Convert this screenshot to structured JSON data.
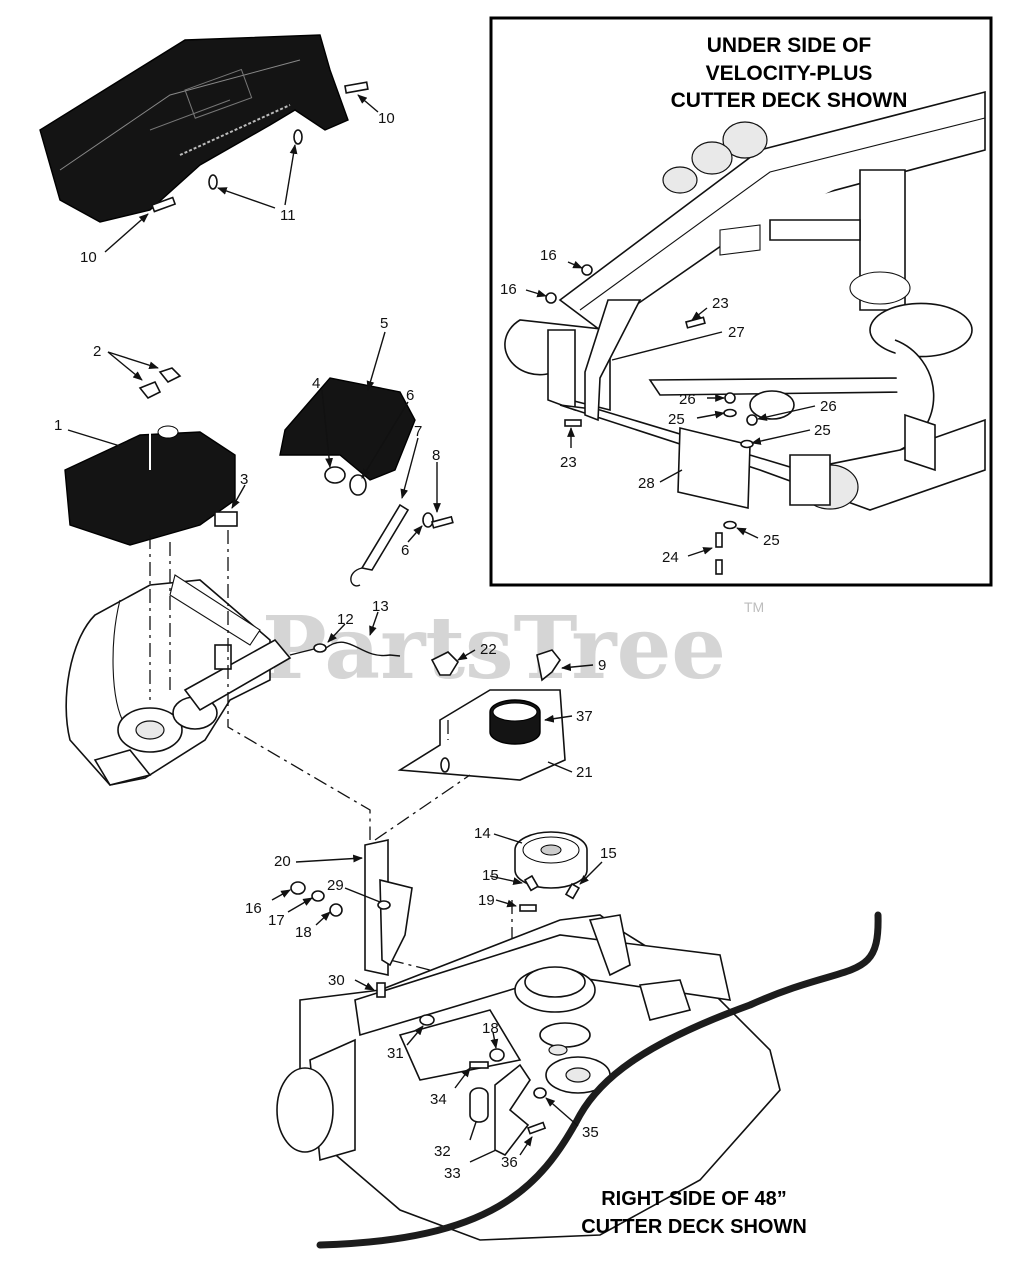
{
  "inset": {
    "title_lines": [
      "UNDER SIDE OF",
      "VELOCITY-PLUS",
      "CUTTER DECK SHOWN"
    ]
  },
  "deck_caption": {
    "lines": [
      "RIGHT SIDE OF 48”",
      "CUTTER DECK SHOWN"
    ]
  },
  "watermark": {
    "text": "PartsTree",
    "tm": "TM"
  },
  "callouts": [
    {
      "id": "c10a",
      "label": "10"
    },
    {
      "id": "c11",
      "label": "11"
    },
    {
      "id": "c10b",
      "label": "10"
    },
    {
      "id": "c2",
      "label": "2"
    },
    {
      "id": "c1",
      "label": "1"
    },
    {
      "id": "c3",
      "label": "3"
    },
    {
      "id": "c5",
      "label": "5"
    },
    {
      "id": "c4",
      "label": "4"
    },
    {
      "id": "c6a",
      "label": "6"
    },
    {
      "id": "c7",
      "label": "7"
    },
    {
      "id": "c8",
      "label": "8"
    },
    {
      "id": "c6b",
      "label": "6"
    },
    {
      "id": "c12",
      "label": "12"
    },
    {
      "id": "c13",
      "label": "13"
    },
    {
      "id": "c22",
      "label": "22"
    },
    {
      "id": "c9",
      "label": "9"
    },
    {
      "id": "c37",
      "label": "37"
    },
    {
      "id": "c21",
      "label": "21"
    },
    {
      "id": "c20",
      "label": "20"
    },
    {
      "id": "c14",
      "label": "14"
    },
    {
      "id": "c15a",
      "label": "15"
    },
    {
      "id": "c15b",
      "label": "15"
    },
    {
      "id": "c19",
      "label": "19"
    },
    {
      "id": "c29",
      "label": "29"
    },
    {
      "id": "c16",
      "label": "16"
    },
    {
      "id": "c17",
      "label": "17"
    },
    {
      "id": "c18a",
      "label": "18"
    },
    {
      "id": "c30",
      "label": "30"
    },
    {
      "id": "c31",
      "label": "31"
    },
    {
      "id": "c18b",
      "label": "18"
    },
    {
      "id": "c34",
      "label": "34"
    },
    {
      "id": "c35",
      "label": "35"
    },
    {
      "id": "c32",
      "label": "32"
    },
    {
      "id": "c36",
      "label": "36"
    },
    {
      "id": "c33",
      "label": "33"
    },
    {
      "id": "i16a",
      "label": "16"
    },
    {
      "id": "i16b",
      "label": "16"
    },
    {
      "id": "i23a",
      "label": "23"
    },
    {
      "id": "i27",
      "label": "27"
    },
    {
      "id": "i26a",
      "label": "26"
    },
    {
      "id": "i26b",
      "label": "26"
    },
    {
      "id": "i25a",
      "label": "25"
    },
    {
      "id": "i25b",
      "label": "25"
    },
    {
      "id": "i23b",
      "label": "23"
    },
    {
      "id": "i28",
      "label": "28"
    },
    {
      "id": "i24",
      "label": "24"
    },
    {
      "id": "i25c",
      "label": "25"
    }
  ]
}
